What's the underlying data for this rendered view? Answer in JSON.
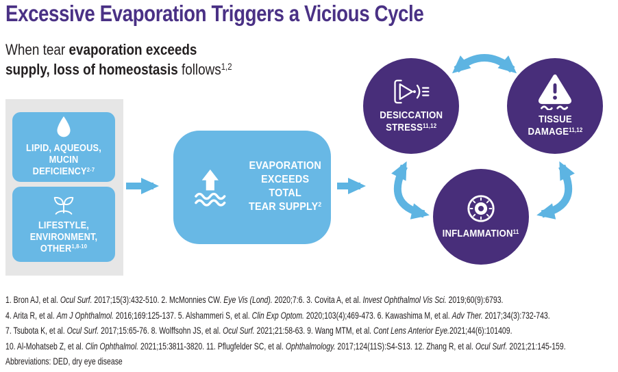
{
  "colors": {
    "title_purple": "#4a3185",
    "cycle_purple": "#482e7a",
    "box_blue": "#68b8e5",
    "arrow_blue": "#5db4e2",
    "panel_gray": "#e6e6e6",
    "body_text": "#231f20"
  },
  "header": {
    "title": "Excessive Evaporation Triggers a Vicious Cycle",
    "subtitle": {
      "line1": [
        {
          "t": "When tear "
        },
        {
          "t": "evaporation exceeds",
          "b": 1
        }
      ],
      "line2": [
        {
          "t": "supply, loss of homeostasis",
          "b": 1
        },
        {
          "t": " follows"
        },
        {
          "t": "1,2",
          "s": 1
        }
      ]
    }
  },
  "flow": {
    "inputs": [
      {
        "icon": "droplet-icon",
        "line1": "LIPID, AQUEOUS,",
        "line2": "MUCIN DEFICIENCY",
        "sup": "2-7"
      },
      {
        "icon": "sprout-icon",
        "line1": "LIFESTYLE,",
        "line2": "ENVIRONMENT,",
        "line3": "OTHER",
        "sup": "1,8-10"
      }
    ],
    "center": {
      "icon": "evaporation-icon",
      "line1": "EVAPORATION",
      "line2": "EXCEEDS TOTAL",
      "line3": "TEAR SUPPLY",
      "sup": "2"
    },
    "cycle": [
      {
        "icon": "dry-eye-icon",
        "line1": "DESICCATION",
        "line2": "STRESS",
        "sup": "11,12"
      },
      {
        "icon": "warning-triangle-icon",
        "line1": "TISSUE",
        "line2": "DAMAGE",
        "sup": "11,12"
      },
      {
        "icon": "eyeball-icon",
        "line1": "INFLAMMATION",
        "sup": "11"
      }
    ]
  },
  "references": {
    "lines": [
      [
        {
          "t": "1. Bron AJ, et al. "
        },
        {
          "t": "Ocul Surf.",
          "i": 1
        },
        {
          "t": " 2017;15(3):432-510. 2. McMonnies CW. "
        },
        {
          "t": "Eye Vis (Lond).",
          "i": 1
        },
        {
          "t": " 2020;7:6. 3. Covita A, et al. "
        },
        {
          "t": "Invest Ophthalmol Vis Sci.",
          "i": 1
        },
        {
          "t": " 2019;60(9):6793."
        }
      ],
      [
        {
          "t": "4. Arita R, et al. "
        },
        {
          "t": "Am J Ophthalmol.",
          "i": 1
        },
        {
          "t": " 2016;169:125-137. 5. Alshammeri S, et al. "
        },
        {
          "t": "Clin Exp Optom.",
          "i": 1
        },
        {
          "t": " 2020;103(4);469-473. 6. Kawashima M, et al. "
        },
        {
          "t": "Adv Ther.",
          "i": 1
        },
        {
          "t": " 2017;34(3):732-743."
        }
      ],
      [
        {
          "t": "7. Tsubota K, et al. "
        },
        {
          "t": "Ocul Surf.",
          "i": 1
        },
        {
          "t": " 2017;15:65-76. 8. Wolffsohn JS, et al. "
        },
        {
          "t": "Ocul Surf.",
          "i": 1
        },
        {
          "t": " 2021;21:58-63. 9. Wang MTM, et al. "
        },
        {
          "t": "Cont Lens Anterior Eye.",
          "i": 1
        },
        {
          "t": "2021;44(6):101409."
        }
      ],
      [
        {
          "t": "10. Al-Mohatseb Z, et al. "
        },
        {
          "t": "Clin Ophthalmol.",
          "i": 1
        },
        {
          "t": " 2021;15:3811-3820. 11. Pflugfelder SC, et al. "
        },
        {
          "t": "Ophthalmology.",
          "i": 1
        },
        {
          "t": " 2017;124(11S):S4-S13. 12. Zhang R, et al. "
        },
        {
          "t": "Ocul Surf.",
          "i": 1
        },
        {
          "t": " 2021;21:145-159."
        }
      ],
      [
        {
          "t": "Abbreviations: DED, dry eye disease"
        }
      ]
    ]
  }
}
